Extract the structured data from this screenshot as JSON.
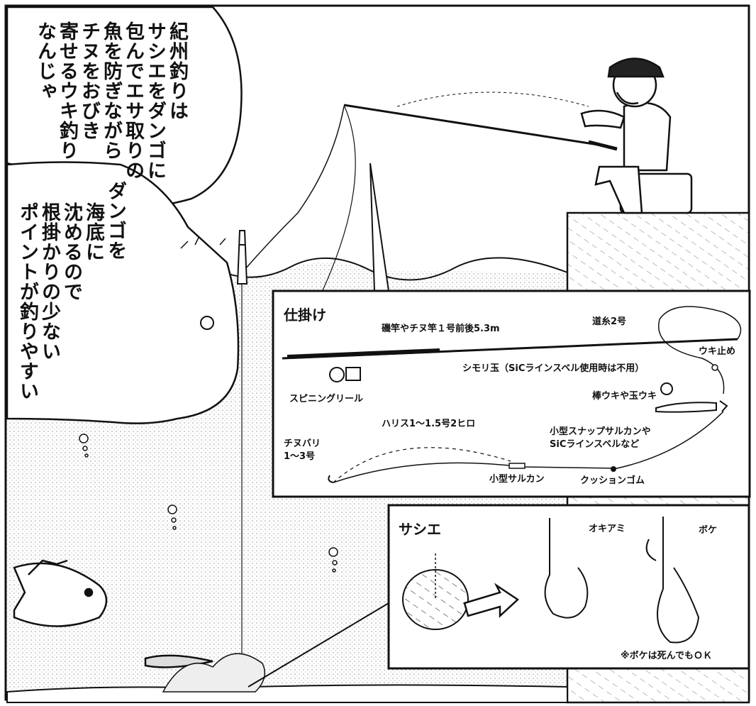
{
  "speech": {
    "bubble1": [
      "紀州釣りは",
      "サシエをダンゴに",
      "包んでエサ取りの",
      "魚を防ぎながら",
      "チヌをおびき",
      "寄せるウキ釣り",
      "なんじゃ"
    ],
    "bubble2": [
      "ダンゴを",
      "海底に",
      "沈めるので",
      "根掛かりの少ない",
      "ポイントが釣りやすい"
    ]
  },
  "rig_panel": {
    "title": "仕掛け",
    "rod": "磯竿やチヌ竿１号前後5.3m",
    "mainline": "道糸2号",
    "float_stop": "ウキ止め",
    "shimori": "シモリ玉（SiCラインスベル使用時は不用）",
    "reel": "スピニングリール",
    "float": "棒ウキや玉ウキ",
    "leader": "ハリス1～1.5号2ヒロ",
    "snap": [
      "小型スナップサルカンや",
      "SiCラインスベルなど"
    ],
    "hook": [
      "チヌバリ",
      "1～3号"
    ],
    "swivel": "小型サルカン",
    "cushion": "クッションゴム"
  },
  "bait_panel": {
    "title": "サシエ",
    "krill": "オキアミ",
    "shrimp": "ボケ",
    "note": "※ボケは死んでもＯＫ"
  }
}
